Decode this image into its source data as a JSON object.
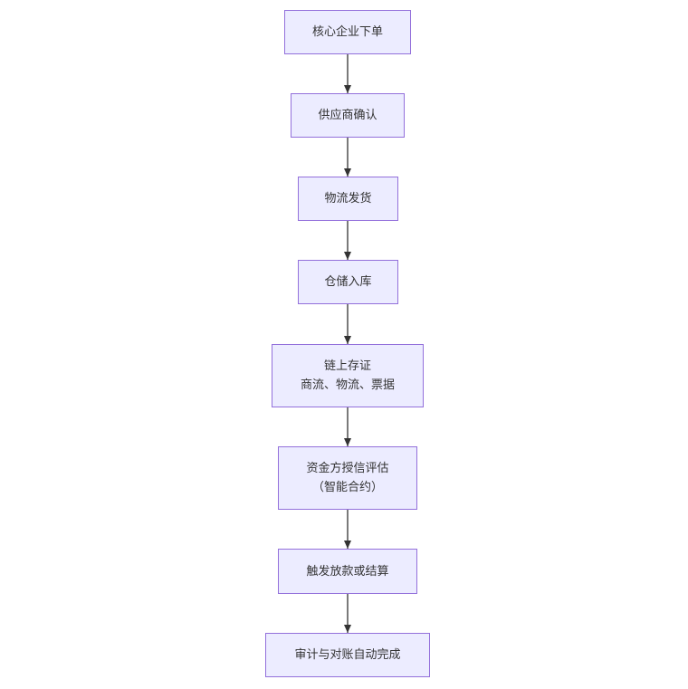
{
  "flowchart": {
    "colors": {
      "node_fill": "#ECECFF",
      "node_border": "#9370DB",
      "edge": "#333333",
      "text": "#333333"
    },
    "nodes": [
      {
        "lines": [
          "核心企业下单"
        ]
      },
      {
        "lines": [
          "供应商确认"
        ]
      },
      {
        "lines": [
          "物流发货"
        ]
      },
      {
        "lines": [
          "仓储入库"
        ]
      },
      {
        "lines": [
          "链上存证",
          "商流、物流、票据"
        ]
      },
      {
        "lines": [
          "资金方授信评估",
          "（智能合约）"
        ]
      },
      {
        "lines": [
          "触发放款或结算"
        ]
      },
      {
        "lines": [
          "审计与对账自动完成"
        ]
      }
    ]
  }
}
